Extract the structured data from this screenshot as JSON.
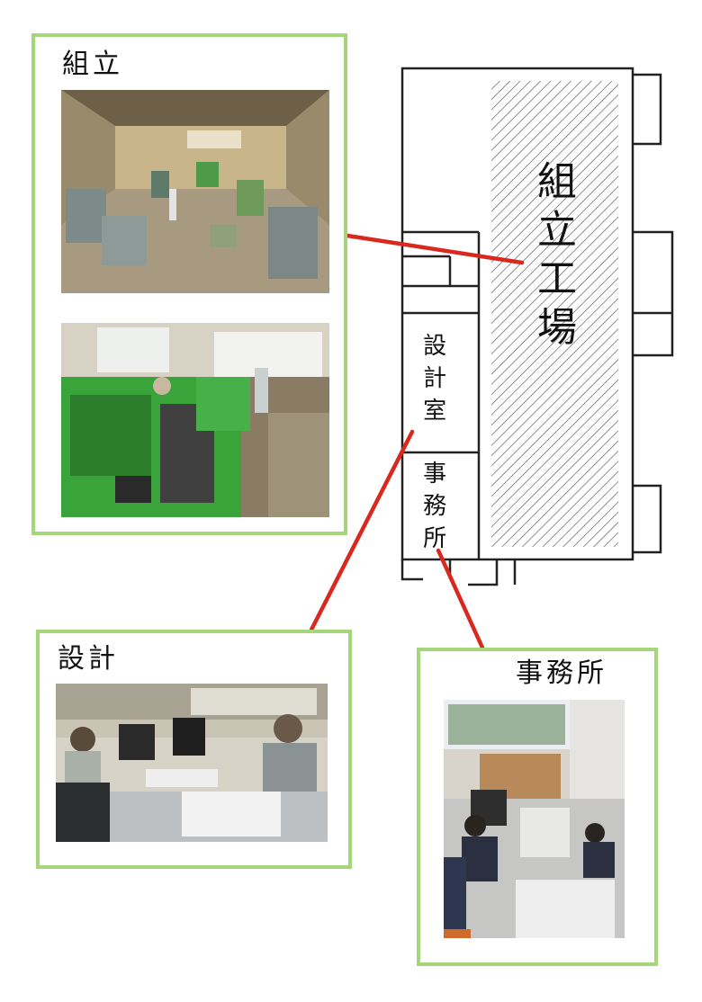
{
  "cards": {
    "assembly": {
      "title": "組立"
    },
    "design": {
      "title": "設計"
    },
    "office": {
      "title": "事務所"
    }
  },
  "floorplan": {
    "assembly_hall": "組立工場",
    "design_room": "設計室",
    "office_room": "事務所"
  },
  "colors": {
    "card_border": "#a6d67c",
    "connector": "#d9281e",
    "plan_line": "#222222",
    "hatch": "#555555"
  },
  "icons": [
    "factory-photo",
    "machine-photo",
    "design-office-photo",
    "office-photo"
  ]
}
